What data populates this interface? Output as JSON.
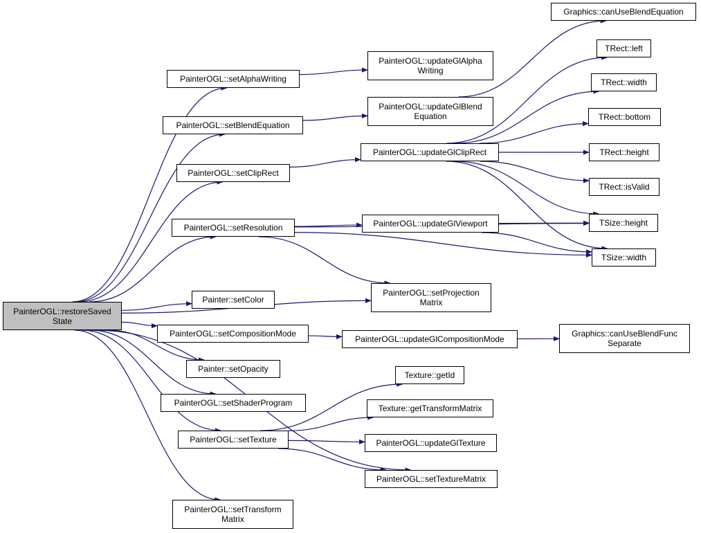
{
  "graph": {
    "edge_color": "#191970",
    "root_fill": "#bfbfbf",
    "node_fill": "#ffffff",
    "nodes": [
      {
        "id": "restoreSavedState",
        "lines": [
          "PainterOGL::restoreSaved",
          "State"
        ],
        "root": true
      },
      {
        "id": "setAlphaWriting",
        "lines": [
          "PainterOGL::setAlphaWriting"
        ]
      },
      {
        "id": "setBlendEquation",
        "lines": [
          "PainterOGL::setBlendEquation"
        ]
      },
      {
        "id": "setClipRect",
        "lines": [
          "PainterOGL::setClipRect"
        ]
      },
      {
        "id": "setResolution",
        "lines": [
          "PainterOGL::setResolution"
        ]
      },
      {
        "id": "setColor",
        "lines": [
          "Painter::setColor"
        ]
      },
      {
        "id": "setCompositionMode",
        "lines": [
          "PainterOGL::setCompositionMode"
        ]
      },
      {
        "id": "setOpacity",
        "lines": [
          "Painter::setOpacity"
        ]
      },
      {
        "id": "setShaderProgram",
        "lines": [
          "PainterOGL::setShaderProgram"
        ]
      },
      {
        "id": "setTexture",
        "lines": [
          "PainterOGL::setTexture"
        ]
      },
      {
        "id": "setTransformMatrix",
        "lines": [
          "PainterOGL::setTransform",
          "Matrix"
        ]
      },
      {
        "id": "updateGlAlphaWriting",
        "lines": [
          "PainterOGL::updateGlAlpha",
          "Writing"
        ]
      },
      {
        "id": "updateGlBlendEquation",
        "lines": [
          "PainterOGL::updateGlBlend",
          "Equation"
        ]
      },
      {
        "id": "updateGlClipRect",
        "lines": [
          "PainterOGL::updateGlClipRect"
        ]
      },
      {
        "id": "updateGlViewport",
        "lines": [
          "PainterOGL::updateGlViewport"
        ]
      },
      {
        "id": "setProjectionMatrix",
        "lines": [
          "PainterOGL::setProjection",
          "Matrix"
        ]
      },
      {
        "id": "updateGlCompositionMode",
        "lines": [
          "PainterOGL::updateGlCompositionMode"
        ]
      },
      {
        "id": "getId",
        "lines": [
          "Texture::getId"
        ]
      },
      {
        "id": "getTransformMatrix",
        "lines": [
          "Texture::getTransformMatrix"
        ]
      },
      {
        "id": "updateGlTexture",
        "lines": [
          "PainterOGL::updateGlTexture"
        ]
      },
      {
        "id": "setTextureMatrix",
        "lines": [
          "PainterOGL::setTextureMatrix"
        ]
      },
      {
        "id": "canUseBlendEquation",
        "lines": [
          "Graphics::canUseBlendEquation"
        ]
      },
      {
        "id": "rectLeft",
        "lines": [
          "TRect::left"
        ]
      },
      {
        "id": "rectWidth",
        "lines": [
          "TRect::width"
        ]
      },
      {
        "id": "rectBottom",
        "lines": [
          "TRect::bottom"
        ]
      },
      {
        "id": "rectHeight",
        "lines": [
          "TRect::height"
        ]
      },
      {
        "id": "rectIsValid",
        "lines": [
          "TRect::isValid"
        ]
      },
      {
        "id": "sizeHeight",
        "lines": [
          "TSize::height"
        ]
      },
      {
        "id": "sizeWidth",
        "lines": [
          "TSize::width"
        ]
      },
      {
        "id": "canUseBlendFuncSeparate",
        "lines": [
          "Graphics::canUseBlendFunc",
          "Separate"
        ]
      }
    ],
    "edges": [
      {
        "from": "restoreSavedState",
        "to": "setAlphaWriting"
      },
      {
        "from": "restoreSavedState",
        "to": "setBlendEquation"
      },
      {
        "from": "restoreSavedState",
        "to": "setClipRect"
      },
      {
        "from": "restoreSavedState",
        "to": "setResolution"
      },
      {
        "from": "restoreSavedState",
        "to": "setProjectionMatrix"
      },
      {
        "from": "restoreSavedState",
        "to": "setColor"
      },
      {
        "from": "restoreSavedState",
        "to": "setCompositionMode"
      },
      {
        "from": "restoreSavedState",
        "to": "setOpacity"
      },
      {
        "from": "restoreSavedState",
        "to": "setShaderProgram"
      },
      {
        "from": "restoreSavedState",
        "to": "setTexture"
      },
      {
        "from": "restoreSavedState",
        "to": "setTextureMatrix"
      },
      {
        "from": "restoreSavedState",
        "to": "setTransformMatrix"
      },
      {
        "from": "setAlphaWriting",
        "to": "updateGlAlphaWriting"
      },
      {
        "from": "setBlendEquation",
        "to": "updateGlBlendEquation"
      },
      {
        "from": "updateGlBlendEquation",
        "to": "canUseBlendEquation"
      },
      {
        "from": "setClipRect",
        "to": "updateGlClipRect"
      },
      {
        "from": "updateGlClipRect",
        "to": "rectLeft"
      },
      {
        "from": "updateGlClipRect",
        "to": "rectWidth"
      },
      {
        "from": "updateGlClipRect",
        "to": "rectBottom"
      },
      {
        "from": "updateGlClipRect",
        "to": "rectHeight"
      },
      {
        "from": "updateGlClipRect",
        "to": "rectIsValid"
      },
      {
        "from": "updateGlClipRect",
        "to": "sizeHeight"
      },
      {
        "from": "updateGlClipRect",
        "to": "sizeWidth"
      },
      {
        "from": "setResolution",
        "to": "updateGlViewport"
      },
      {
        "from": "setResolution",
        "to": "sizeHeight"
      },
      {
        "from": "setResolution",
        "to": "sizeWidth"
      },
      {
        "from": "setResolution",
        "to": "setProjectionMatrix"
      },
      {
        "from": "updateGlViewport",
        "to": "sizeHeight"
      },
      {
        "from": "updateGlViewport",
        "to": "sizeWidth"
      },
      {
        "from": "setCompositionMode",
        "to": "updateGlCompositionMode"
      },
      {
        "from": "updateGlCompositionMode",
        "to": "canUseBlendFuncSeparate"
      },
      {
        "from": "setTexture",
        "to": "getId"
      },
      {
        "from": "setTexture",
        "to": "getTransformMatrix"
      },
      {
        "from": "setTexture",
        "to": "updateGlTexture"
      },
      {
        "from": "setTexture",
        "to": "setTextureMatrix"
      }
    ]
  }
}
